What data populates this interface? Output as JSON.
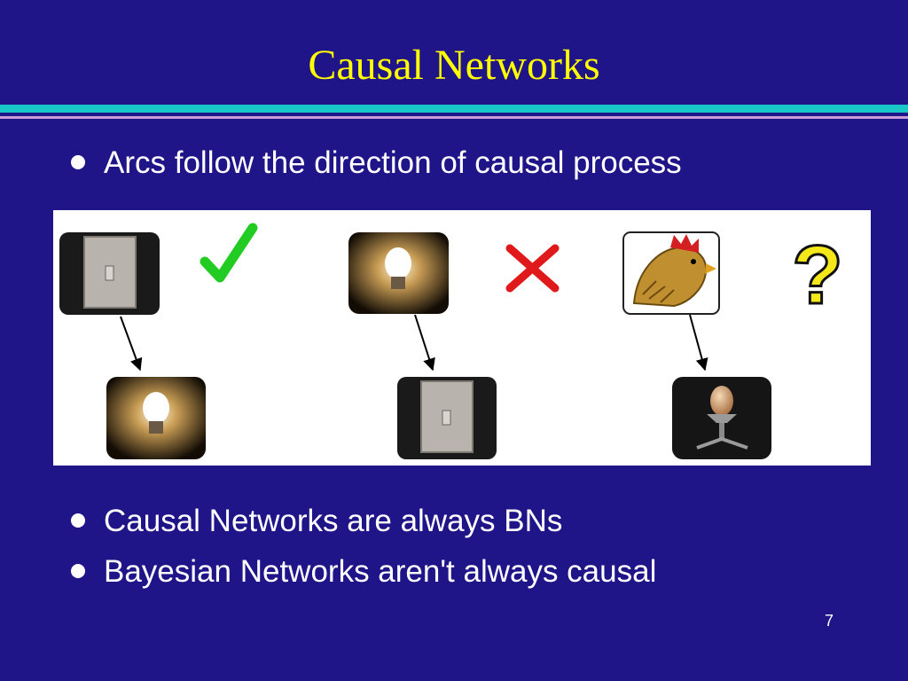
{
  "slide": {
    "title": "Causal Networks",
    "bullets": [
      "Arcs follow the direction of causal process",
      "Causal Networks are always BNs",
      "Bayesian Networks aren't always causal"
    ],
    "page_number": "7"
  },
  "figure": {
    "examples": [
      {
        "cause": "light-switch",
        "effect": "light-bulb",
        "verdict": "correct"
      },
      {
        "cause": "light-bulb",
        "effect": "light-switch",
        "verdict": "wrong"
      },
      {
        "cause": "chicken",
        "effect": "egg",
        "verdict": "unknown"
      }
    ],
    "verdict_marks": {
      "correct": "check",
      "wrong": "cross",
      "unknown": "?"
    },
    "colors": {
      "check": "#22cc22",
      "cross": "#e01a1a",
      "question": "#f4e81a"
    }
  }
}
